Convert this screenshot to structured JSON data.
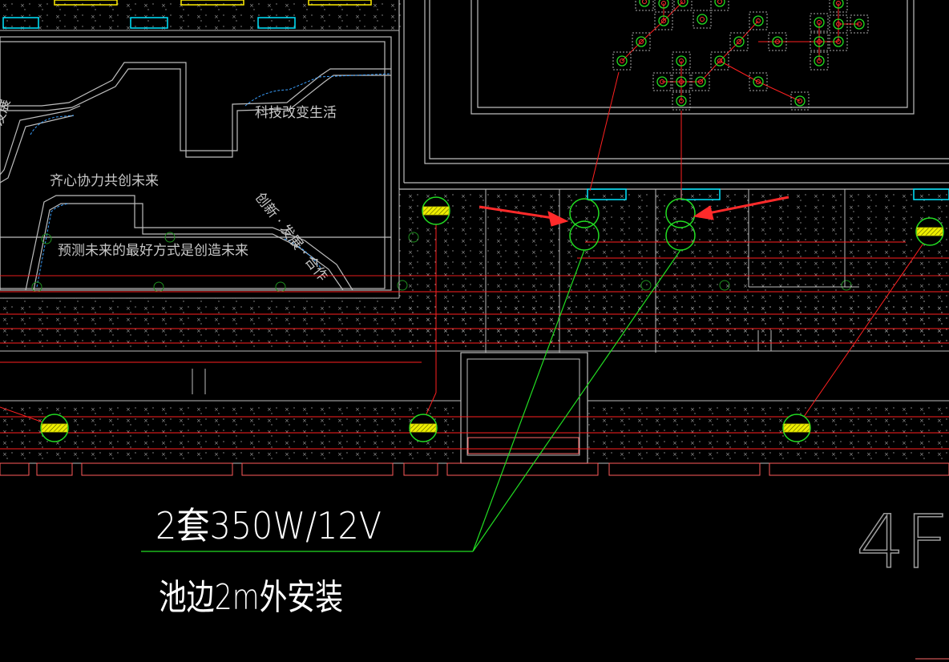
{
  "colors": {
    "background": "#000000",
    "wall": "#bdbdbd",
    "red_line": "#ff2020",
    "green": "#22dd22",
    "cyan": "#00e5ff",
    "yellow": "#ffee00",
    "arrow": "#ff2a2a",
    "white_text": "#ffffff",
    "gray_text": "#c8c8c8"
  },
  "labels": {
    "slogan_tech": "科技改变生活",
    "slogan_together": "齐心协力共创未来",
    "slogan_predict": "预测未来的最好方式是创造未来",
    "slogan_rotated": "创新 · 发展 · 合作",
    "slogan_left_fragment": "发展",
    "callout_spec": "2套350W/12V",
    "callout_install": "池边2m外安装",
    "floor_label": "4F"
  },
  "icons": {
    "transformer": "transformer-icon",
    "light_fixture": "light-fixture-icon",
    "arrow": "red-arrow-icon"
  }
}
